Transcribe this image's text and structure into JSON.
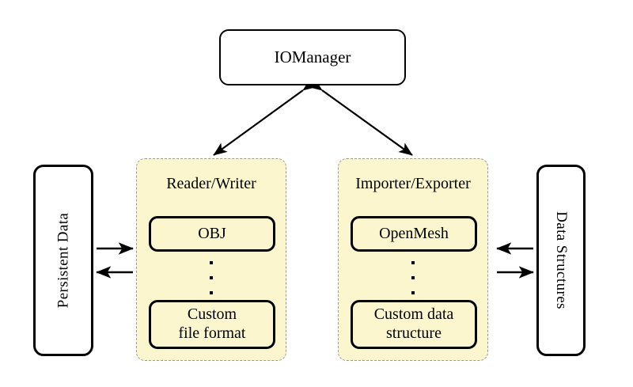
{
  "diagram": {
    "title_box": {
      "label": "IOManager"
    },
    "terminals": [
      {
        "name": "persistent-data",
        "label": "Persistent Data",
        "orientation": "rotated-ccw"
      },
      {
        "name": "data-structures",
        "label": "Data Structures",
        "orientation": "rotated-cw"
      }
    ],
    "panels": [
      {
        "name": "reader-writer",
        "title": "Reader/Writer",
        "items": [
          {
            "label": "OBJ"
          },
          {
            "label": "⋮"
          },
          {
            "label": "Custom\nfile format",
            "line1": "Custom",
            "line2": "file format"
          }
        ]
      },
      {
        "name": "importer-exporter",
        "title": "Importer/Exporter",
        "items": [
          {
            "label": "OpenMesh"
          },
          {
            "label": "⋮"
          },
          {
            "label": "Custom data\nstructure",
            "line1": "Custom data",
            "line2": "structure"
          }
        ]
      }
    ],
    "connections": [
      {
        "name": "iomanager-to-reader-writer",
        "style": "double-headed-diagonal"
      },
      {
        "name": "iomanager-to-importer-exporter",
        "style": "double-headed-diagonal"
      },
      {
        "name": "persistent-data-to-reader-writer",
        "style": "single-arrow-right"
      },
      {
        "name": "reader-writer-to-persistent-data",
        "style": "single-arrow-left"
      },
      {
        "name": "data-structures-to-importer-exporter",
        "style": "single-arrow-left"
      },
      {
        "name": "importer-exporter-to-data-structures",
        "style": "single-arrow-right"
      }
    ],
    "colors": {
      "panel_fill": "#FBF6CE",
      "panel_border": "#9A9A9A",
      "box_border": "#000000",
      "background": "#FFFFFF"
    }
  }
}
